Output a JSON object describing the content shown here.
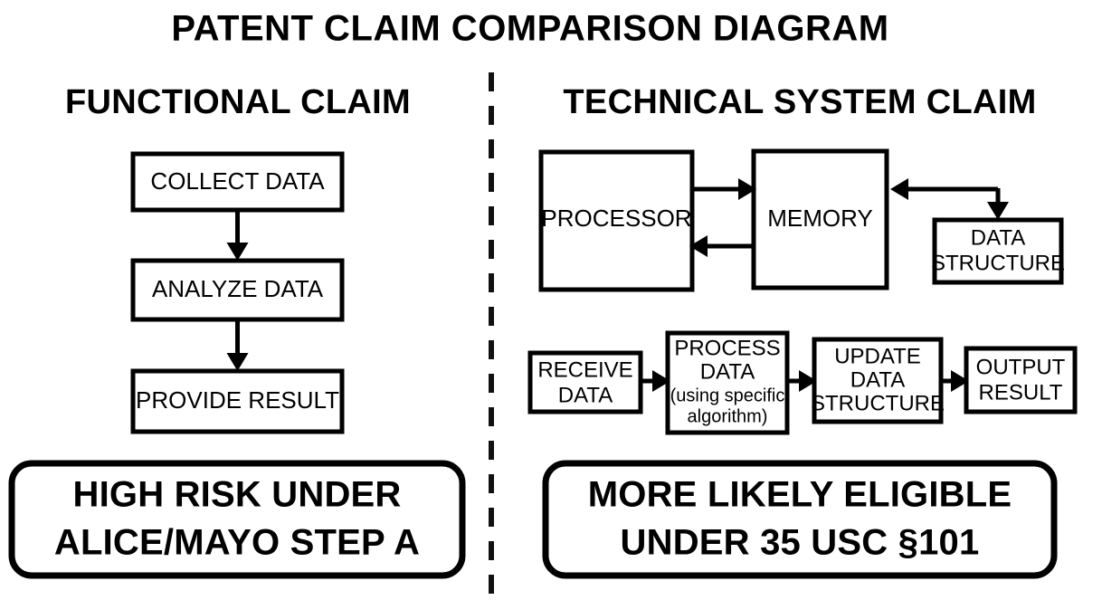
{
  "page": {
    "title": "PATENT CLAIM COMPARISON DIAGRAM",
    "background_color": "#ffffff",
    "line_color": "#000000"
  },
  "columns": {
    "left": {
      "heading": "FUNCTIONAL CLAIM",
      "flow": [
        {
          "label": "COLLECT DATA"
        },
        {
          "label": "ANALYZE DATA"
        },
        {
          "label": "PROVIDE RESULT"
        }
      ],
      "conclusion": {
        "line1": "HIGH RISK UNDER",
        "line2": "ALICE/MAYO STEP A"
      }
    },
    "right": {
      "heading": "TECHNICAL SYSTEM CLAIM",
      "architecture": {
        "processor": "PROCESSOR",
        "memory": "MEMORY",
        "data_structure_line1": "DATA",
        "data_structure_line2": "STRUCTURE"
      },
      "flow": [
        {
          "line1": "RECEIVE",
          "line2": "DATA"
        },
        {
          "line1": "PROCESS",
          "line2": "DATA",
          "sub1": "(using specific",
          "sub2": "algorithm)"
        },
        {
          "line1": "UPDATE",
          "line2": "DATA",
          "line3": "STRUCTURE"
        },
        {
          "line1": "OUTPUT",
          "line2": "RESULT"
        }
      ],
      "conclusion": {
        "line1": "MORE LIKELY ELIGIBLE",
        "line2": "UNDER 35 USC §101"
      }
    }
  },
  "divider": {
    "style": "dashed-vertical"
  }
}
